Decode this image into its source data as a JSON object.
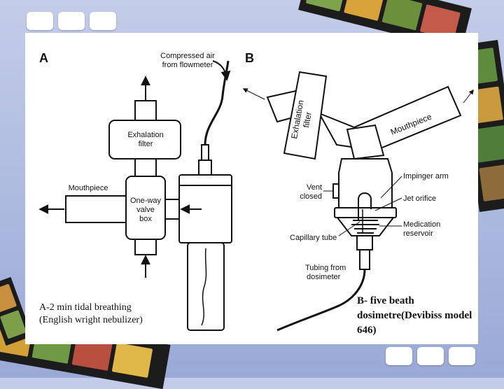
{
  "panel_a": {
    "letter": "A",
    "labels": {
      "compressed_air_1": "Compressed air",
      "compressed_air_2": "from flowmeter",
      "exhalation_filter_1": "Exhalation",
      "exhalation_filter_2": "filter",
      "mouthpiece": "Mouthpiece",
      "one_way_1": "One-way",
      "one_way_2": "valve",
      "one_way_3": "box"
    },
    "caption_line1": "A-2 min tidal breathing",
    "caption_line2": "(English wright nebulizer)"
  },
  "panel_b": {
    "letter": "B",
    "labels": {
      "exhalation_filter_1": "Exhalation",
      "exhalation_filter_2": "filter",
      "mouthpiece": "Mouthpiece",
      "impinger_arm": "Impinger arm",
      "vent_closed_1": "Vent",
      "vent_closed_2": "closed",
      "jet_orifice": "Jet orifice",
      "medication_reservoir_1": "Medication",
      "medication_reservoir_2": "reservoir",
      "capillary_tube": "Capillary tube",
      "tubing_1": "Tubing from",
      "tubing_2": "dosimeter"
    },
    "caption": "B- five beath dosimetre(Devibiss model 646)"
  },
  "colors": {
    "film_strip": "#1c1c1c",
    "slide_background": "#aebbe0",
    "panel": "#ffffff"
  }
}
